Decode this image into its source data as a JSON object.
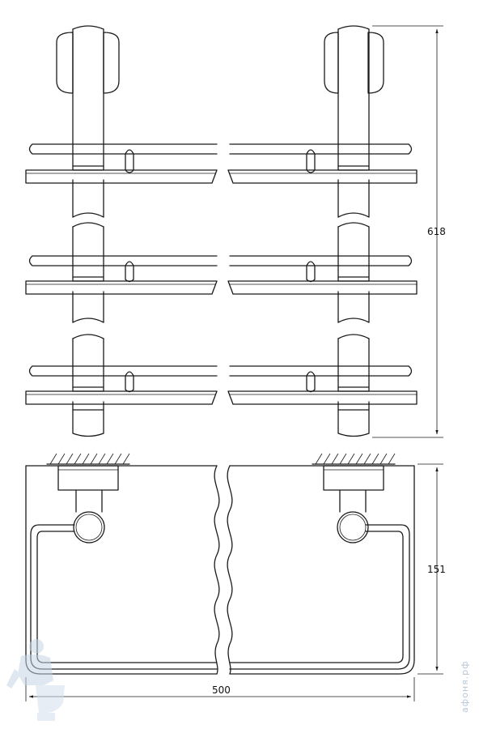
{
  "dimensions": {
    "height": "618",
    "depth": "151",
    "width": "500"
  },
  "watermark": {
    "text": "афоня.рф",
    "color": "#b7c7d9"
  },
  "colors": {
    "line": "#1a1a1a",
    "background": "#ffffff"
  }
}
